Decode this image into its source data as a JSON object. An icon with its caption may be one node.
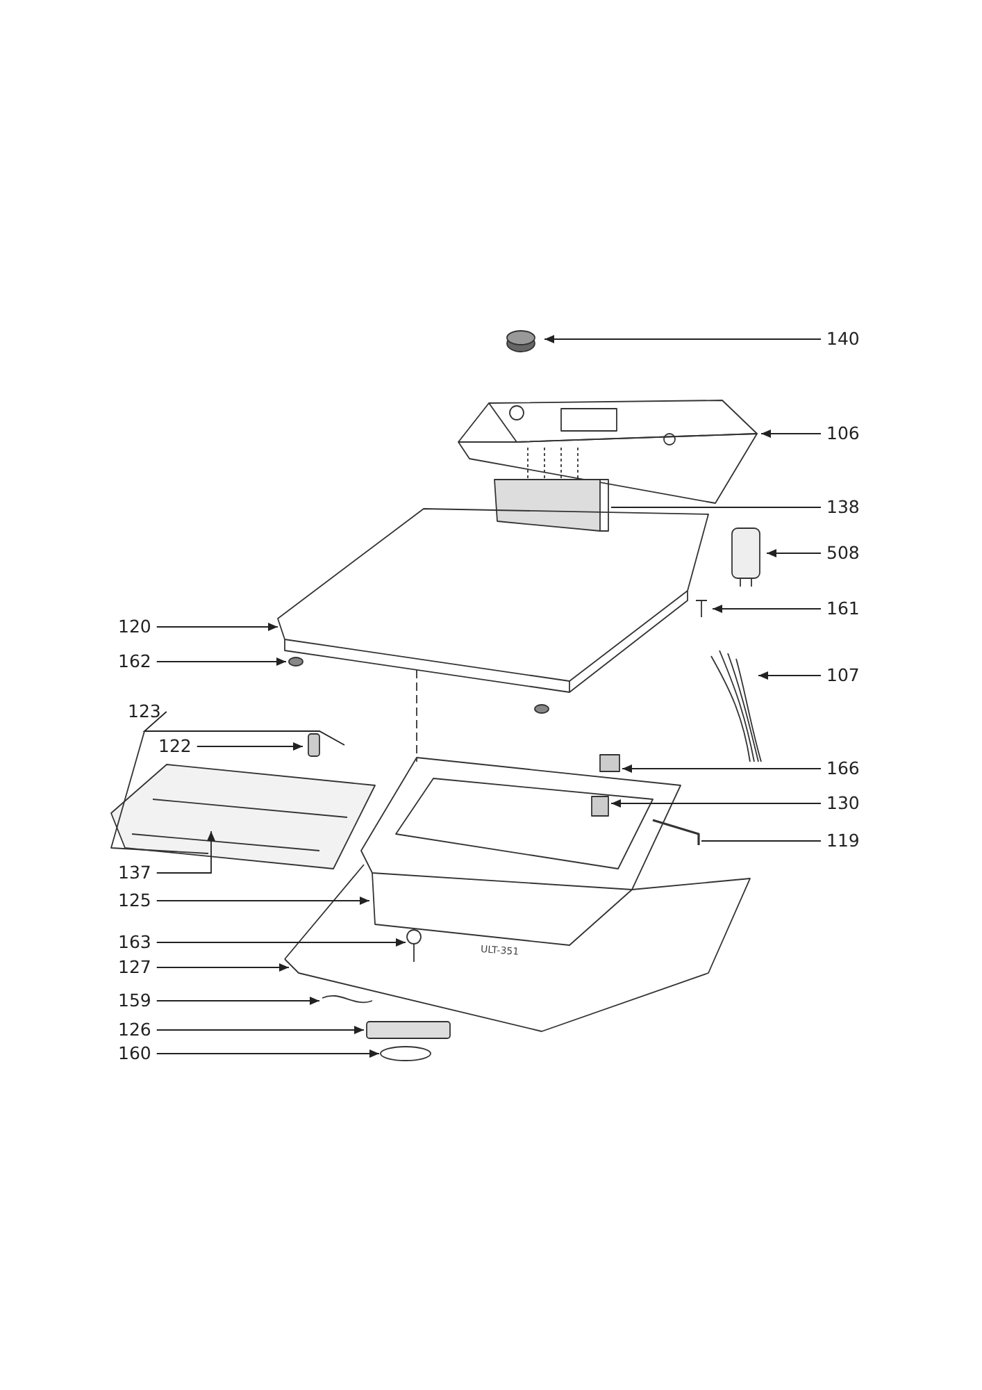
{
  "diagram": {
    "nodes": [
      {
        "text": [
          "140"
        ]
      },
      {
        "text": [
          "106"
        ]
      },
      {
        "text": [
          "138"
        ]
      },
      {
        "text": [
          "508"
        ]
      },
      {
        "text": [
          "161"
        ]
      },
      {
        "text": [
          "120"
        ]
      },
      {
        "text": [
          "162"
        ]
      },
      {
        "text": [
          "107"
        ]
      },
      {
        "text": [
          "123"
        ]
      },
      {
        "text": [
          "122"
        ]
      },
      {
        "text": [
          "166"
        ]
      },
      {
        "text": [
          "130"
        ]
      },
      {
        "text": [
          "137"
        ]
      },
      {
        "text": [
          "119"
        ]
      },
      {
        "text": [
          "125"
        ]
      },
      {
        "text": [
          "163"
        ]
      },
      {
        "text": [
          "127"
        ]
      },
      {
        "text": [
          "159"
        ]
      },
      {
        "text": [
          "126"
        ]
      },
      {
        "text": [
          "160"
        ]
      }
    ],
    "edges": [
      {
        "from": 0,
        "to": null,
        "arrow": "to"
      },
      {
        "from": 1,
        "to": null,
        "arrow": "to"
      },
      {
        "from": 2,
        "to": null,
        "arrow": "none"
      },
      {
        "from": 3,
        "to": null,
        "arrow": "to"
      },
      {
        "from": 4,
        "to": null,
        "arrow": "to"
      },
      {
        "from": 5,
        "to": null,
        "arrow": "to"
      },
      {
        "from": 6,
        "to": null,
        "arrow": "to"
      },
      {
        "from": 7,
        "to": null,
        "arrow": "to"
      },
      {
        "from": 8,
        "to": null,
        "arrow": "none"
      },
      {
        "from": 9,
        "to": null,
        "arrow": "to"
      },
      {
        "from": 10,
        "to": null,
        "arrow": "to"
      },
      {
        "from": 11,
        "to": null,
        "arrow": "to"
      },
      {
        "from": 12,
        "to": null,
        "arrow": "to"
      },
      {
        "from": 13,
        "to": null,
        "arrow": "none"
      },
      {
        "from": 14,
        "to": null,
        "arrow": "to"
      },
      {
        "from": 15,
        "to": null,
        "arrow": "to"
      },
      {
        "from": 16,
        "to": null,
        "arrow": "to"
      },
      {
        "from": 17,
        "to": null,
        "arrow": "to"
      },
      {
        "from": 18,
        "to": null,
        "arrow": "to"
      },
      {
        "from": 19,
        "to": null,
        "arrow": "to"
      }
    ],
    "labels": [
      "ULT-351"
    ]
  }
}
